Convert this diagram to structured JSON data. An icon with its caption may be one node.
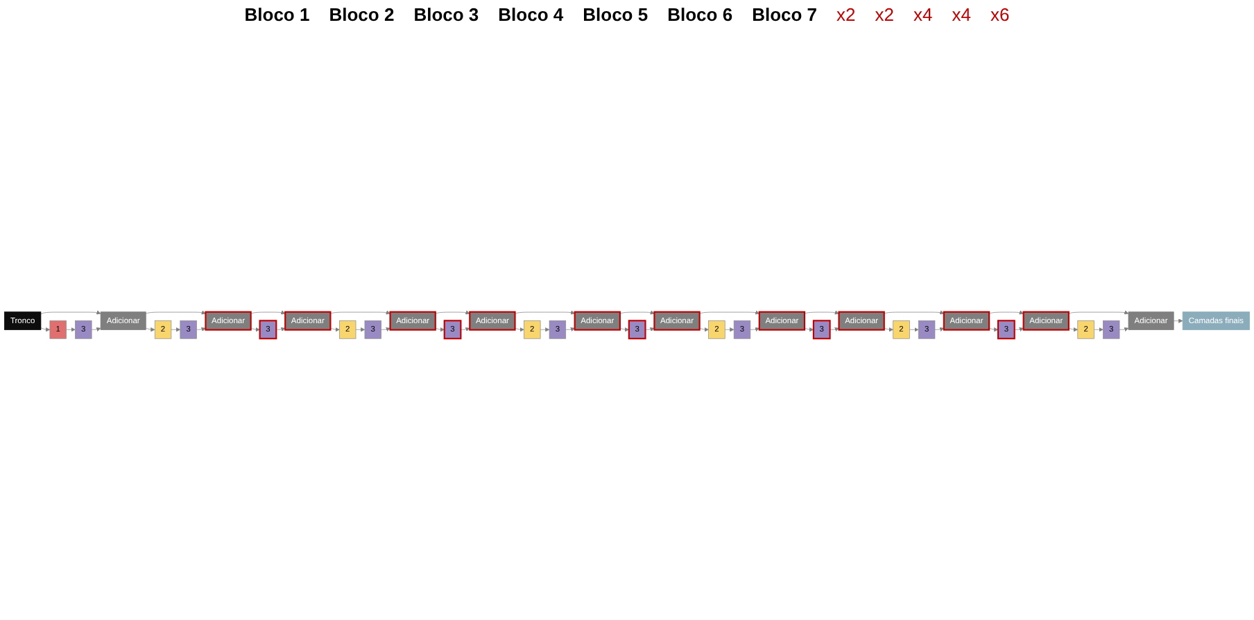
{
  "diagram": {
    "nodes": [
      {
        "text": [
          "Tronco"
        ]
      },
      {
        "text": [
          "1"
        ]
      },
      {
        "text": [
          "3"
        ]
      },
      {
        "text": [
          "Adicionar"
        ]
      },
      {
        "text": [
          "2"
        ]
      },
      {
        "text": [
          "3"
        ]
      },
      {
        "text": [
          "Adicionar"
        ]
      },
      {
        "text": [
          "3"
        ]
      },
      {
        "text": [
          "Adicionar"
        ]
      },
      {
        "text": [
          "2"
        ]
      },
      {
        "text": [
          "3"
        ]
      },
      {
        "text": [
          "Adicionar"
        ]
      },
      {
        "text": [
          "3"
        ]
      },
      {
        "text": [
          "Adicionar"
        ]
      },
      {
        "text": [
          "2"
        ]
      },
      {
        "text": [
          "3"
        ]
      },
      {
        "text": [
          "Adicionar"
        ]
      },
      {
        "text": [
          "3"
        ]
      },
      {
        "text": [
          "Adicionar"
        ]
      },
      {
        "text": [
          "2"
        ]
      },
      {
        "text": [
          "3"
        ]
      },
      {
        "text": [
          "Adicionar"
        ]
      },
      {
        "text": [
          "3"
        ]
      },
      {
        "text": [
          "Adicionar"
        ]
      },
      {
        "text": [
          "2"
        ]
      },
      {
        "text": [
          "3"
        ]
      },
      {
        "text": [
          "Adicionar"
        ]
      },
      {
        "text": [
          "3"
        ]
      },
      {
        "text": [
          "Adicionar"
        ]
      },
      {
        "text": [
          "2"
        ]
      },
      {
        "text": [
          "3"
        ]
      },
      {
        "text": [
          "Adicionar"
        ]
      },
      {
        "text": [
          "Camadas finais"
        ]
      }
    ],
    "edges": [
      {
        "from": 0,
        "to": 1,
        "arrow": "to"
      },
      {
        "from": 0,
        "to": 3,
        "arrow": "to"
      },
      {
        "from": 1,
        "to": 2,
        "arrow": "to"
      },
      {
        "from": 2,
        "to": 3,
        "arrow": "to"
      },
      {
        "from": 3,
        "to": 4,
        "arrow": "to"
      },
      {
        "from": 3,
        "to": 6,
        "arrow": "to"
      },
      {
        "from": 4,
        "to": 5,
        "arrow": "to"
      },
      {
        "from": 5,
        "to": 6,
        "arrow": "to"
      },
      {
        "from": 6,
        "to": 7,
        "arrow": "to"
      },
      {
        "from": 6,
        "to": 8,
        "arrow": "to"
      },
      {
        "from": 7,
        "to": 8,
        "arrow": "to"
      },
      {
        "from": 8,
        "to": 9,
        "arrow": "to"
      },
      {
        "from": 8,
        "to": 11,
        "arrow": "to"
      },
      {
        "from": 9,
        "to": 10,
        "arrow": "to"
      },
      {
        "from": 10,
        "to": 11,
        "arrow": "to"
      },
      {
        "from": 11,
        "to": 12,
        "arrow": "to"
      },
      {
        "from": 11,
        "to": 13,
        "arrow": "to"
      },
      {
        "from": 12,
        "to": 13,
        "arrow": "to"
      },
      {
        "from": 13,
        "to": 14,
        "arrow": "to"
      },
      {
        "from": 13,
        "to": 16,
        "arrow": "to"
      },
      {
        "from": 14,
        "to": 15,
        "arrow": "to"
      },
      {
        "from": 15,
        "to": 16,
        "arrow": "to"
      },
      {
        "from": 16,
        "to": 17,
        "arrow": "to"
      },
      {
        "from": 16,
        "to": 18,
        "arrow": "to"
      },
      {
        "from": 17,
        "to": 18,
        "arrow": "to"
      },
      {
        "from": 18,
        "to": 19,
        "arrow": "to"
      },
      {
        "from": 18,
        "to": 21,
        "arrow": "to"
      },
      {
        "from": 19,
        "to": 20,
        "arrow": "to"
      },
      {
        "from": 20,
        "to": 21,
        "arrow": "to"
      },
      {
        "from": 21,
        "to": 22,
        "arrow": "to"
      },
      {
        "from": 21,
        "to": 23,
        "arrow": "to"
      },
      {
        "from": 22,
        "to": 23,
        "arrow": "to"
      },
      {
        "from": 23,
        "to": 24,
        "arrow": "to"
      },
      {
        "from": 23,
        "to": 26,
        "arrow": "to"
      },
      {
        "from": 24,
        "to": 25,
        "arrow": "to"
      },
      {
        "from": 25,
        "to": 26,
        "arrow": "to"
      },
      {
        "from": 26,
        "to": 27,
        "arrow": "to"
      },
      {
        "from": 26,
        "to": 28,
        "arrow": "to"
      },
      {
        "from": 27,
        "to": 28,
        "arrow": "to"
      },
      {
        "from": 28,
        "to": 29,
        "arrow": "to"
      },
      {
        "from": 28,
        "to": 31,
        "arrow": "to"
      },
      {
        "from": 29,
        "to": 30,
        "arrow": "to"
      },
      {
        "from": 30,
        "to": 31,
        "arrow": "to"
      },
      {
        "from": 31,
        "to": 32,
        "arrow": "to"
      }
    ],
    "labels": [
      "Bloco 1",
      "Bloco 2",
      "Bloco 3",
      "Bloco 4",
      "Bloco 5",
      "Bloco 6",
      "Bloco 7",
      "x2",
      "x2",
      "x4",
      "x4",
      "x6"
    ]
  }
}
